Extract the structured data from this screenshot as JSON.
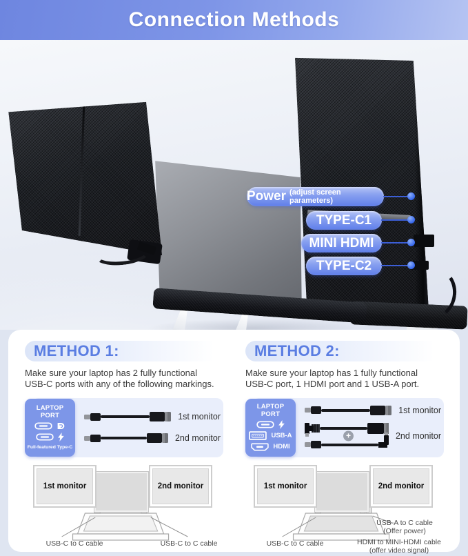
{
  "header": {
    "title": "Connection Methods"
  },
  "photo": {
    "port_labels": [
      {
        "main": "Power",
        "sub": "(adjust screen parameters)"
      },
      {
        "main": "TYPE-C1"
      },
      {
        "main": "MINI HDMI"
      },
      {
        "main": "TYPE-C2"
      }
    ]
  },
  "method1": {
    "heading": "METHOD 1:",
    "line1": "Make sure your laptop has 2 fully functional",
    "line2": "USB-C ports with any of the following markings.",
    "port_box": {
      "title1": "LAPTOP",
      "title2": "PORT",
      "footer": "Full-featured Type-C"
    },
    "cable1_label": "1st monitor",
    "cable2_label": "2nd monitor",
    "diagram": {
      "monitor1": "1st monitor",
      "monitor2": "2nd monitor",
      "label_left": "USB-C to C cable",
      "label_right": "USB-C to C cable"
    }
  },
  "method2": {
    "heading": "METHOD 2:",
    "line1": "Make sure your laptop has 1 fully functional",
    "line2": "USB-C port, 1 HDMI port and 1 USB-A port.",
    "port_box": {
      "title1": "LAPTOP",
      "title2": "PORT",
      "usba": "USB-A",
      "hdmi": "HDMI"
    },
    "cable1_label": "1st monitor",
    "cable2_label": "2nd monitor",
    "diagram": {
      "monitor1": "1st monitor",
      "monitor2": "2nd monitor",
      "label_left": "USB-C to C cable",
      "label_right1a": "USB-A to C cable",
      "label_right1b": "(Offer power)",
      "label_right2a": "HDMI to MINI-HDMI cable",
      "label_right2b": "(offer video signal)"
    }
  },
  "icons": {
    "plus": "+",
    "usb_c": "usb-c-port-outline",
    "usb_a": "usb-a-port-outline",
    "hdmi": "hdmi-port-outline",
    "displayport": "dp-logo",
    "power_bolt": "lightning-bolt"
  },
  "colors": {
    "banner_blue": "#7e95e7",
    "accent_blue": "#5a7de2",
    "pill_blue": "#5f7eea",
    "port_box_blue": "#7d96e8",
    "panel_bg": "#e9eefb"
  }
}
